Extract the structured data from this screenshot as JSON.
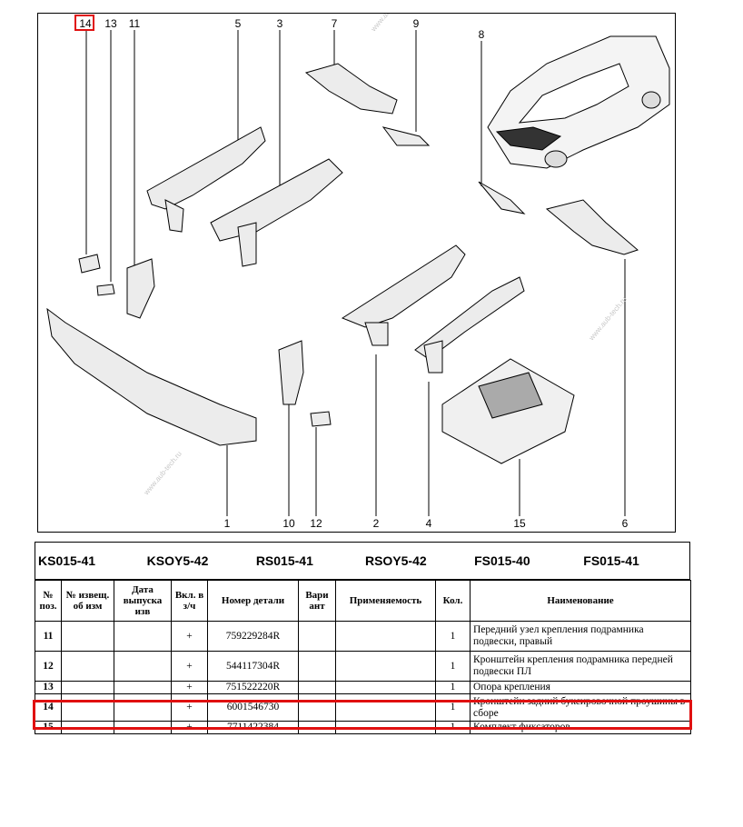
{
  "diagram": {
    "callouts_top": [
      "14",
      "13",
      "11",
      "5",
      "3",
      "7",
      "9",
      "8"
    ],
    "callouts_bottom": [
      "1",
      "10",
      "12",
      "2",
      "4",
      "15",
      "6"
    ],
    "highlighted_callout": "14",
    "watermark": "www.aub-tech.ru"
  },
  "variants": [
    "KS015-41",
    "KSOY5-42",
    "RS015-41",
    "RSOY5-42",
    "FS015-40",
    "FS015-41"
  ],
  "table": {
    "headers": {
      "pos": "№ поз.",
      "notice": "№ извещ. об изм",
      "date": "Дата выпуска изв",
      "included": "Вкл. в з/ч",
      "part_number": "Номер детали",
      "variant": "Вари ант",
      "applicability": "Применяемость",
      "qty": "Кол.",
      "name": "Наименование"
    },
    "rows": [
      {
        "pos": "11",
        "included": "+",
        "part_number": "759229284R",
        "qty": "1",
        "name": "Передний узел крепления подрамника подвески, правый"
      },
      {
        "pos": "12",
        "included": "+",
        "part_number": "544117304R",
        "qty": "1",
        "name": "Кронштейн крепления подрамника передней подвески ПЛ"
      },
      {
        "pos": "13",
        "included": "+",
        "part_number": "751522220R",
        "qty": "1",
        "name": "Опора крепления"
      },
      {
        "pos": "14",
        "included": "+",
        "part_number": "6001546730",
        "qty": "1",
        "name": "Кронштейн задний буксировочной проушины в сборе"
      },
      {
        "pos": "15",
        "included": "+",
        "part_number": "7711422384",
        "qty": "1",
        "name": "Комплект фиксаторов"
      }
    ],
    "highlighted_row": "14"
  },
  "colors": {
    "highlight": "#e01010"
  }
}
